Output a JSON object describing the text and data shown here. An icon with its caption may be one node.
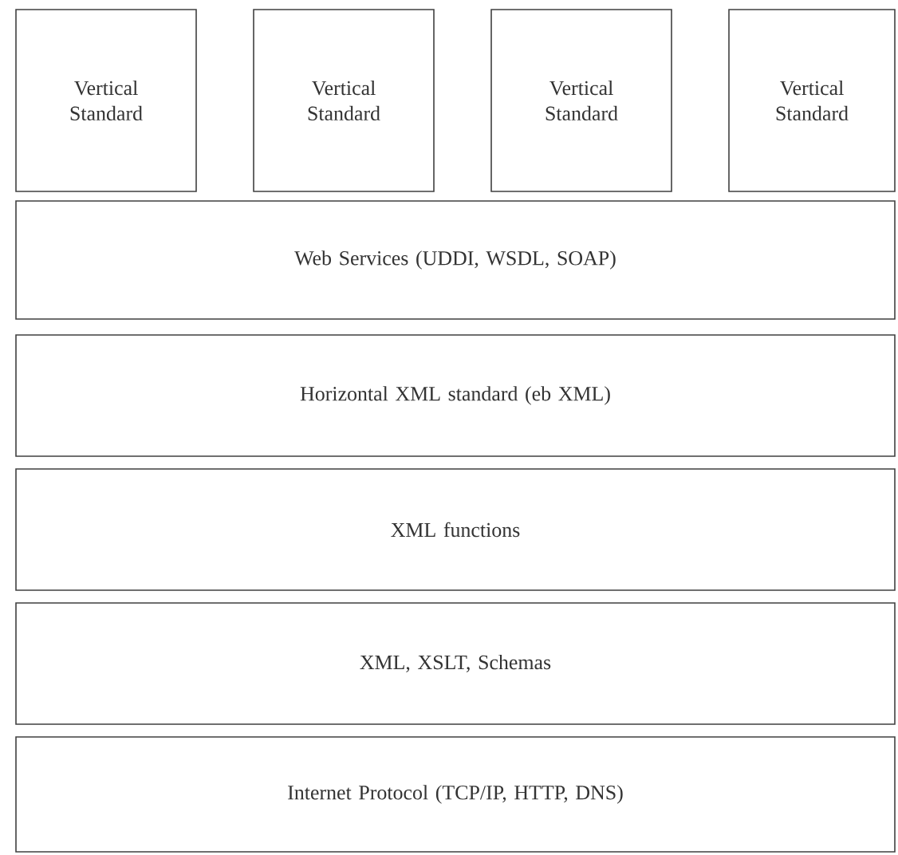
{
  "diagram": {
    "nodes": [
      {
        "text": [
          "Vertical Standard"
        ]
      },
      {
        "text": [
          "Vertical Standard"
        ]
      },
      {
        "text": [
          "Vertical Standard"
        ]
      },
      {
        "text": [
          "Vertical Standard"
        ]
      },
      {
        "text": [
          "Web Services (UDDI, WSDL, SOAP)"
        ]
      },
      {
        "text": [
          "Horizontal XML standard (eb XML)"
        ]
      },
      {
        "text": [
          "XML functions"
        ]
      },
      {
        "text": [
          "XML, XSLT, Schemas"
        ]
      },
      {
        "text": [
          "Internet Protocol (TCP/IP, HTTP, DNS)"
        ]
      }
    ]
  }
}
